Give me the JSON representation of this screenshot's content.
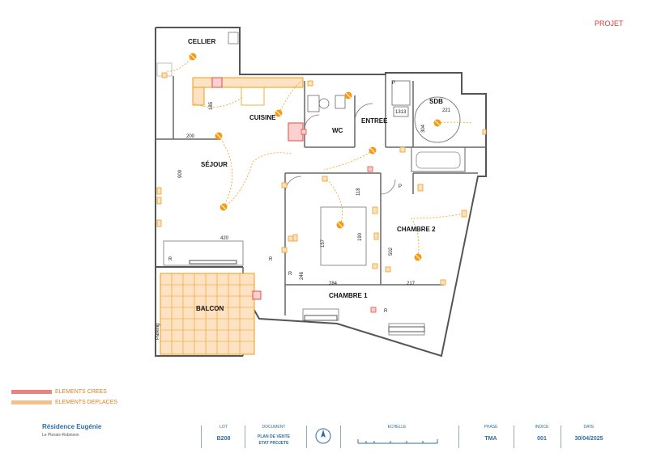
{
  "header": {
    "status": "PROJET"
  },
  "rooms": {
    "cellier": "CELLIER",
    "cuisine": "CUISINE",
    "sejour": "SÉJOUR",
    "wc": "WC",
    "entree": "ENTREE",
    "sdb": "SDB",
    "chambre1": "CHAMBRE 1",
    "chambre2": "CHAMBRE 2",
    "balcon": "BALCON"
  },
  "dimensions": {
    "d200": "200",
    "d909": "909",
    "d420": "420",
    "d118": "118",
    "d157": "157",
    "d190": "190",
    "d502": "502",
    "d246": "246",
    "d284": "284",
    "d217": "217",
    "d221": "221",
    "d304": "304",
    "d1313": "1313",
    "d185": "185"
  },
  "small_labels": {
    "r1": "R",
    "r2": "R",
    "r3": "R",
    "p1": "P",
    "p2": "P",
    "r4": "R",
    "parking": "Parking"
  },
  "legend": {
    "created": "ELEMENTS CREES",
    "moved": "ELEMENTS DEPLACES",
    "created_color": "#f08080",
    "moved_color": "#f7c08a"
  },
  "title_block": {
    "residence": "Résidence Eugénie",
    "city": "Le Plessis-Robinson",
    "lot_label": "LOT",
    "lot_value": "B208",
    "document_label": "DOCUMENT",
    "document_line1": "PLAN DE VENTE",
    "document_line2": "ETAT PROJETE",
    "echelle_label": "ECHELLE",
    "phase_label": "PHASE",
    "phase_value": "TMA",
    "indice_label": "INDICE",
    "indice_value": "001",
    "date_label": "DATE",
    "date_value": "30/04/2025"
  },
  "colors": {
    "wall": "#555555",
    "orange": "#f39c12",
    "red": "#e74c3c",
    "blue": "#2e6da4"
  }
}
